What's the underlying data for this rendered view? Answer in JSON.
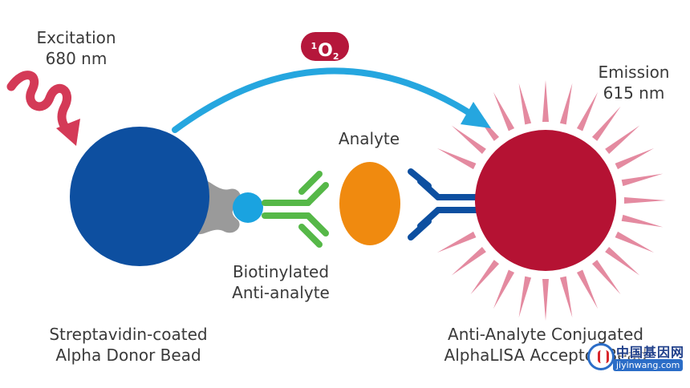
{
  "labels": {
    "excitation": [
      "Excitation",
      "680 nm"
    ],
    "emission": [
      "Emission",
      "615 nm"
    ],
    "analyte": "Analyte",
    "biotinylated": [
      "Biotinylated",
      "Anti-analyte"
    ],
    "donor": [
      "Streptavidin-coated",
      "Alpha Donor Bead"
    ],
    "acceptor": [
      "Anti-Analyte Conjugated",
      "AlphaLISA Acceptor Bead"
    ]
  },
  "singlet_oxygen": {
    "superscript": "1",
    "symbol": "O",
    "subscript": "2"
  },
  "watermark": {
    "site_name": "中国基因网",
    "url": "jiyinwang.com"
  },
  "colors": {
    "donor_bead": "#0d4fa0",
    "streptavidin": "#9a9a9a",
    "biotin": "#1aa3e0",
    "biotinylated_antibody": "#56b848",
    "analyte": "#f08a0f",
    "acceptor_antibody": "#0d4fa0",
    "acceptor_bead": "#b51233",
    "emission_rays": "#e48aa0",
    "excitation_wave": "#d43a57",
    "transfer_arrow": "#25a6df",
    "oxygen_badge": "#b5173b"
  },
  "icons": {
    "excitation": "wavy-arrow-icon",
    "transfer": "curved-arrow-icon",
    "emission": "starburst-icon"
  }
}
